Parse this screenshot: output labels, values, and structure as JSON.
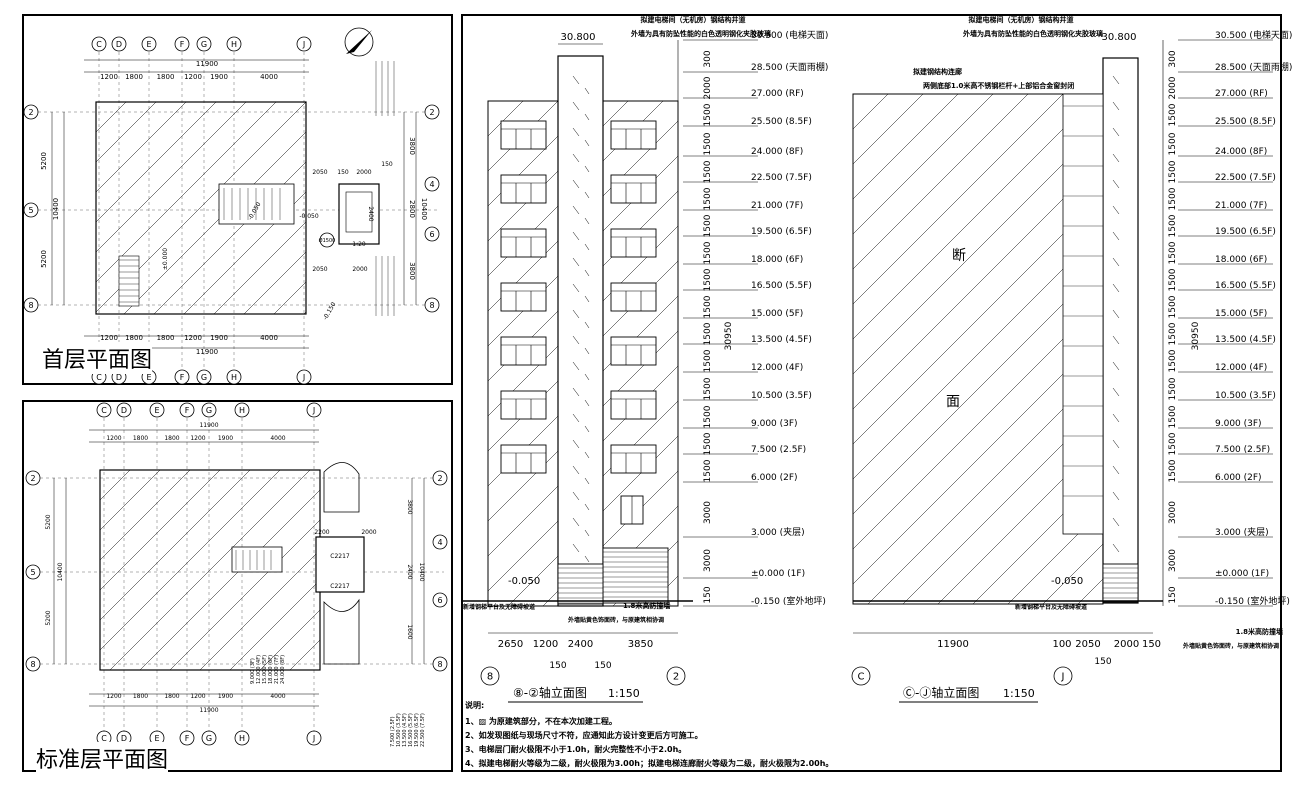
{
  "panel1": {
    "title": "首层平面图",
    "axes_top": [
      "C",
      "D",
      "E",
      "F",
      "G",
      "H",
      "J"
    ],
    "axes_bottom": [
      "C",
      "D",
      "E",
      "F",
      "G",
      "H",
      "J"
    ],
    "axes_left": [
      "2",
      "5",
      "8"
    ],
    "axes_right": [
      "2",
      "4",
      "6",
      "8"
    ],
    "dims_top": [
      "1200",
      "1800",
      "1800",
      "1200",
      "1900",
      "4000"
    ],
    "total_top": "11900",
    "dims_bottom": [
      "1200",
      "1800",
      "1800",
      "1200",
      "1900",
      "4000"
    ],
    "total_bottom": "11900",
    "dims_left": [
      "5200",
      "5200"
    ],
    "total_left": "10400",
    "dims_right": [
      "3800",
      "2800",
      "3800"
    ],
    "total_right": "10400",
    "elev_labels": [
      "-0.050",
      "-0.050",
      "±0.000",
      "-0.150"
    ],
    "misc": [
      "2050",
      "150",
      "2000",
      "150",
      "2400",
      "1:20",
      "2050",
      "2000",
      "Ø1500"
    ]
  },
  "panel2": {
    "title": "标准层平面图",
    "axes_top": [
      "C",
      "D",
      "E",
      "F",
      "G",
      "H",
      "J"
    ],
    "axes_bottom": [
      "C",
      "D",
      "E",
      "F",
      "G",
      "H",
      "J"
    ],
    "axes_left": [
      "2",
      "5",
      "8"
    ],
    "axes_right": [
      "2",
      "4",
      "6",
      "8"
    ],
    "dims_top": [
      "1200",
      "1800",
      "1800",
      "1200",
      "1900",
      "4000"
    ],
    "total_top": "11900",
    "dims_bottom": [
      "1200",
      "1800",
      "1800",
      "1200",
      "1900",
      "4000"
    ],
    "total_bottom": "11900",
    "dims_left": [
      "5200",
      "5200"
    ],
    "total_left": "10400",
    "dims_right": [
      "3800",
      "2400",
      "1600"
    ],
    "total_right": "10400",
    "misc": [
      "2200",
      "2000",
      "C2217",
      "C2217"
    ],
    "level_list": [
      "22.500 (7.5F)",
      "19.500 (6.5F)",
      "16.500 (5.5F)",
      "13.500 (4.5F)",
      "10.500 (3.5F)",
      "7.500 (2.5F)"
    ],
    "level_list2": [
      "24.000 (8F)",
      "21.000 (7F)",
      "18.000 (6F)",
      "15.000 (5F)",
      "12.000 (4F)",
      "9.000 (3F)"
    ]
  },
  "panel3": {
    "top_note1": "拟建电梯间（无机房）钢结构井道",
    "top_note2": "外墙为具有防坠性能的白色透明钢化夹胶玻璃",
    "top_elev": "30.800",
    "left": {
      "levels": [
        "30.500 (电梯天面)",
        "28.500 (天面雨棚)",
        "27.000 (RF)",
        "25.500 (8.5F)",
        "24.000 (8F)",
        "22.500 (7.5F)",
        "21.000 (7F)",
        "19.500 (6.5F)",
        "18.000 (6F)",
        "16.500 (5.5F)",
        "15.000 (5F)",
        "13.500 (4.5F)",
        "12.000 (4F)",
        "10.500 (3.5F)",
        "9.000 (3F)",
        "7.500 (2.5F)",
        "6.000 (2F)",
        "3.000 (夹层)",
        "±0.000 (1F)",
        "-0.150 (室外地坪)"
      ],
      "level_dims": [
        "300",
        "2000",
        "1500",
        "1500",
        "1500",
        "1500",
        "1500",
        "1500",
        "1500",
        "1500",
        "1500",
        "1500",
        "1500",
        "1500",
        "1500",
        "1500",
        "3000",
        "3000",
        "150"
      ],
      "total": "30950",
      "elev_left": "-0.050",
      "ground_note1": "新增钢梯平台及无障碍坡道",
      "ground_note2": "1.8米高防撞墙",
      "ground_note3": "外墙贴黄色饰面砖，与原建筑相协调",
      "dims_bottom": [
        "2650",
        "1200",
        "2400",
        "3850"
      ],
      "dims_bottom2": [
        "150",
        "150"
      ],
      "axis_left": "8",
      "axis_right": "2",
      "title": "⑧-②轴立面图",
      "scale": "1:150"
    },
    "right": {
      "levels": [
        "30.500 (电梯天面)",
        "28.500 (天面雨棚)",
        "27.000 (RF)",
        "25.500 (8.5F)",
        "24.000 (8F)",
        "22.500 (7.5F)",
        "21.000 (7F)",
        "19.500 (6.5F)",
        "18.000 (6F)",
        "16.500 (5.5F)",
        "15.000 (5F)",
        "13.500 (4.5F)",
        "12.000 (4F)",
        "10.500 (3.5F)",
        "9.000 (3F)",
        "7.500 (2.5F)",
        "6.000 (2F)",
        "3.000 (夹层)",
        "±0.000 (1F)",
        "-0.150 (室外地坪)"
      ],
      "level_dims": [
        "300",
        "2000",
        "1500",
        "1500",
        "1500",
        "1500",
        "1500",
        "1500",
        "1500",
        "1500",
        "1500",
        "1500",
        "1500",
        "1500",
        "1500",
        "1500",
        "3000",
        "3000",
        "150"
      ],
      "total": "30950",
      "top_elev": "30.800",
      "corridor_note1": "拟建钢结构连廊",
      "corridor_note2": "两侧底部1.0米高不锈钢栏杆+上部铝合金窗封闭",
      "section1": "断",
      "section2": "面",
      "elev_left": "-0.050",
      "ground_note1": "新增钢梯平台及无障碍坡道",
      "ground_note2": "1.8米高防撞墙",
      "ground_note3": "外墙贴黄色饰面砖，与原建筑相协调",
      "dims_bottom": [
        "11900",
        "100",
        "2050",
        "2000",
        "150"
      ],
      "dims_bottom2": [
        "150"
      ],
      "axis_left": "C",
      "axis_right": "J",
      "title": "Ⓒ-Ⓙ轴立面图",
      "scale": "1:150"
    },
    "notes_header": "说明:",
    "notes": [
      "1、▨ 为原建筑部分，不在本次加建工程。",
      "2、如发现图纸与现场尺寸不符，应通知此方设计变更后方可施工。",
      "3、电梯层门耐火极限不小于1.0h，耐火完整性不小于2.0h。",
      "4、拟建电梯耐火等级为二级，耐火极限为3.00h；拟建电梯连廊耐火等级为二级，耐火极限为2.00h。"
    ]
  }
}
